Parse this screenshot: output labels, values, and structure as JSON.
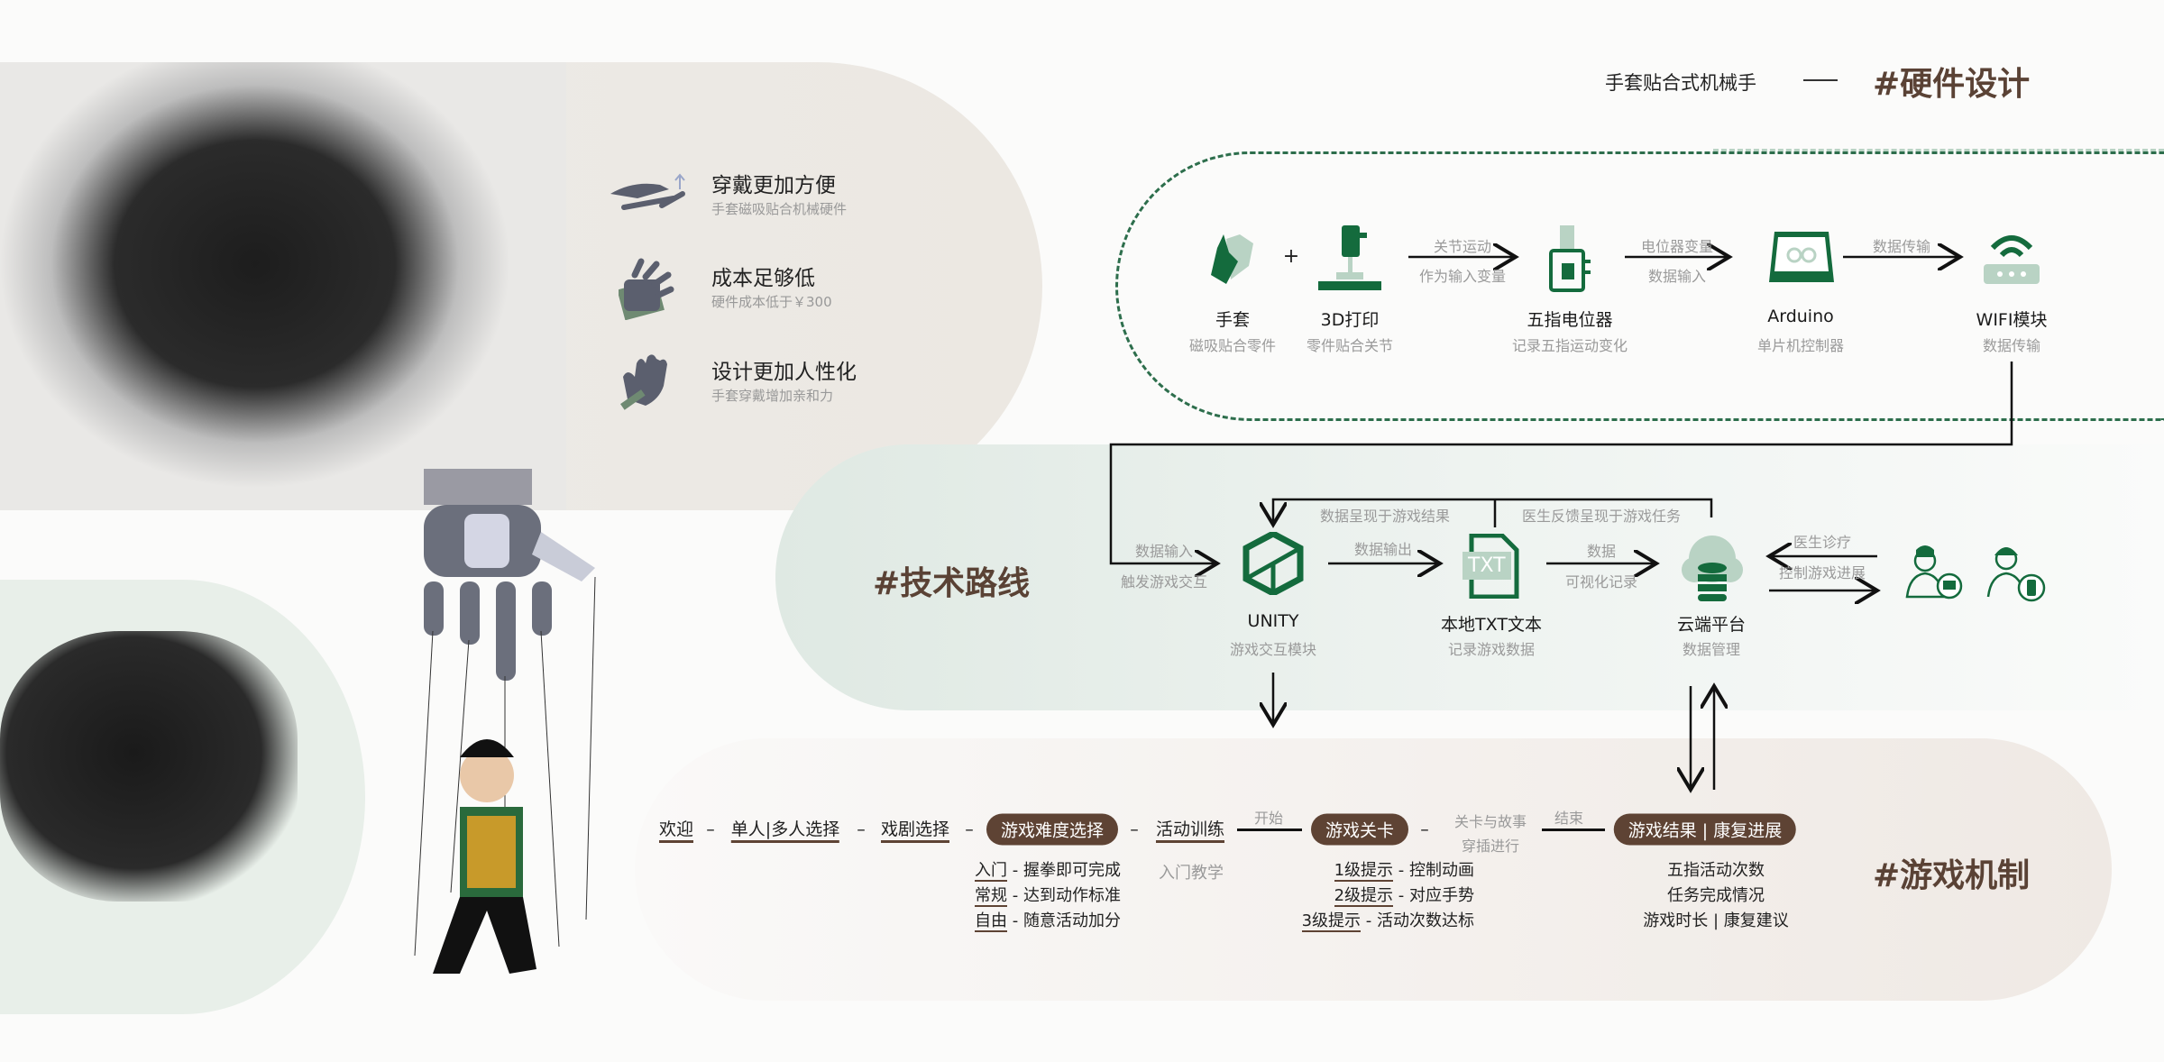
{
  "header": {
    "subtitle": "手套贴合式机械手",
    "dash": "——",
    "section": "#硬件设计"
  },
  "features": [
    {
      "title": "穿戴更加方便",
      "desc": "手套磁吸贴合机械硬件",
      "icon": "hand-up-icon"
    },
    {
      "title": "成本足够低",
      "desc": "硬件成本低于￥300",
      "icon": "money-glove-icon"
    },
    {
      "title": "设计更加人性化",
      "desc": "手套穿戴增加亲和力",
      "icon": "glove-icon"
    }
  ],
  "hardware": {
    "items": [
      {
        "label": "手套",
        "sub": "磁吸贴合零件"
      },
      {
        "label": "3D打印",
        "sub": "零件贴合关节"
      },
      {
        "label": "五指电位器",
        "sub": "记录五指运动变化"
      },
      {
        "label": "Arduino",
        "sub": "单片机控制器"
      },
      {
        "label": "WIFI模块",
        "sub": "数据传输"
      }
    ],
    "plus": "+",
    "arrows": [
      {
        "top": "关节运动",
        "bottom": "作为输入变量"
      },
      {
        "top": "电位器变量",
        "bottom": "数据输入"
      },
      {
        "top": "数据传输",
        "bottom": ""
      }
    ]
  },
  "tech": {
    "section": "#技术路线",
    "items": [
      {
        "label": "UNITY",
        "sub": "游戏交互模块"
      },
      {
        "label": "本地TXT文本",
        "sub": "记录游戏数据"
      },
      {
        "label": "云端平台",
        "sub": "数据管理"
      }
    ],
    "txt_icon": "TXT",
    "input": {
      "top": "数据输入",
      "bottom": "触发游戏交互"
    },
    "output": "数据输出",
    "data": {
      "top": "数据",
      "bottom": "可视化记录"
    },
    "loop_left": "数据呈现于游戏结果",
    "loop_right": "医生反馈呈现于游戏任务",
    "doctor": {
      "top": "医生诊疗",
      "bottom": "控制游戏进展"
    }
  },
  "game": {
    "section": "#游戏机制",
    "flow": [
      "欢迎",
      "单人|多人选择",
      "戏剧选择",
      "游戏难度选择",
      "活动训练",
      "游戏关卡",
      "游戏结果 | 康复进展"
    ],
    "start": "开始",
    "story": [
      "关卡与故事",
      "穿插进行"
    ],
    "end": "结束",
    "difficulty": [
      {
        "k": "入门",
        "v": " - 握拳即可完成"
      },
      {
        "k": "常规",
        "v": " - 达到动作标准"
      },
      {
        "k": "自由",
        "v": " - 随意活动加分"
      }
    ],
    "training_note": "入门教学",
    "hints": [
      {
        "k": "1级提示",
        "v": " - 控制动画"
      },
      {
        "k": "2级提示",
        "v": " - 对应手势"
      },
      {
        "k": "3级提示",
        "v": " - 活动次数达标"
      }
    ],
    "results": [
      "五指活动次数",
      "任务完成情况",
      "游戏时长 | 康复建议"
    ]
  },
  "colors": {
    "green": "#146b3d",
    "brown": "#5e4334",
    "pale_green": "#b9d3c4"
  }
}
